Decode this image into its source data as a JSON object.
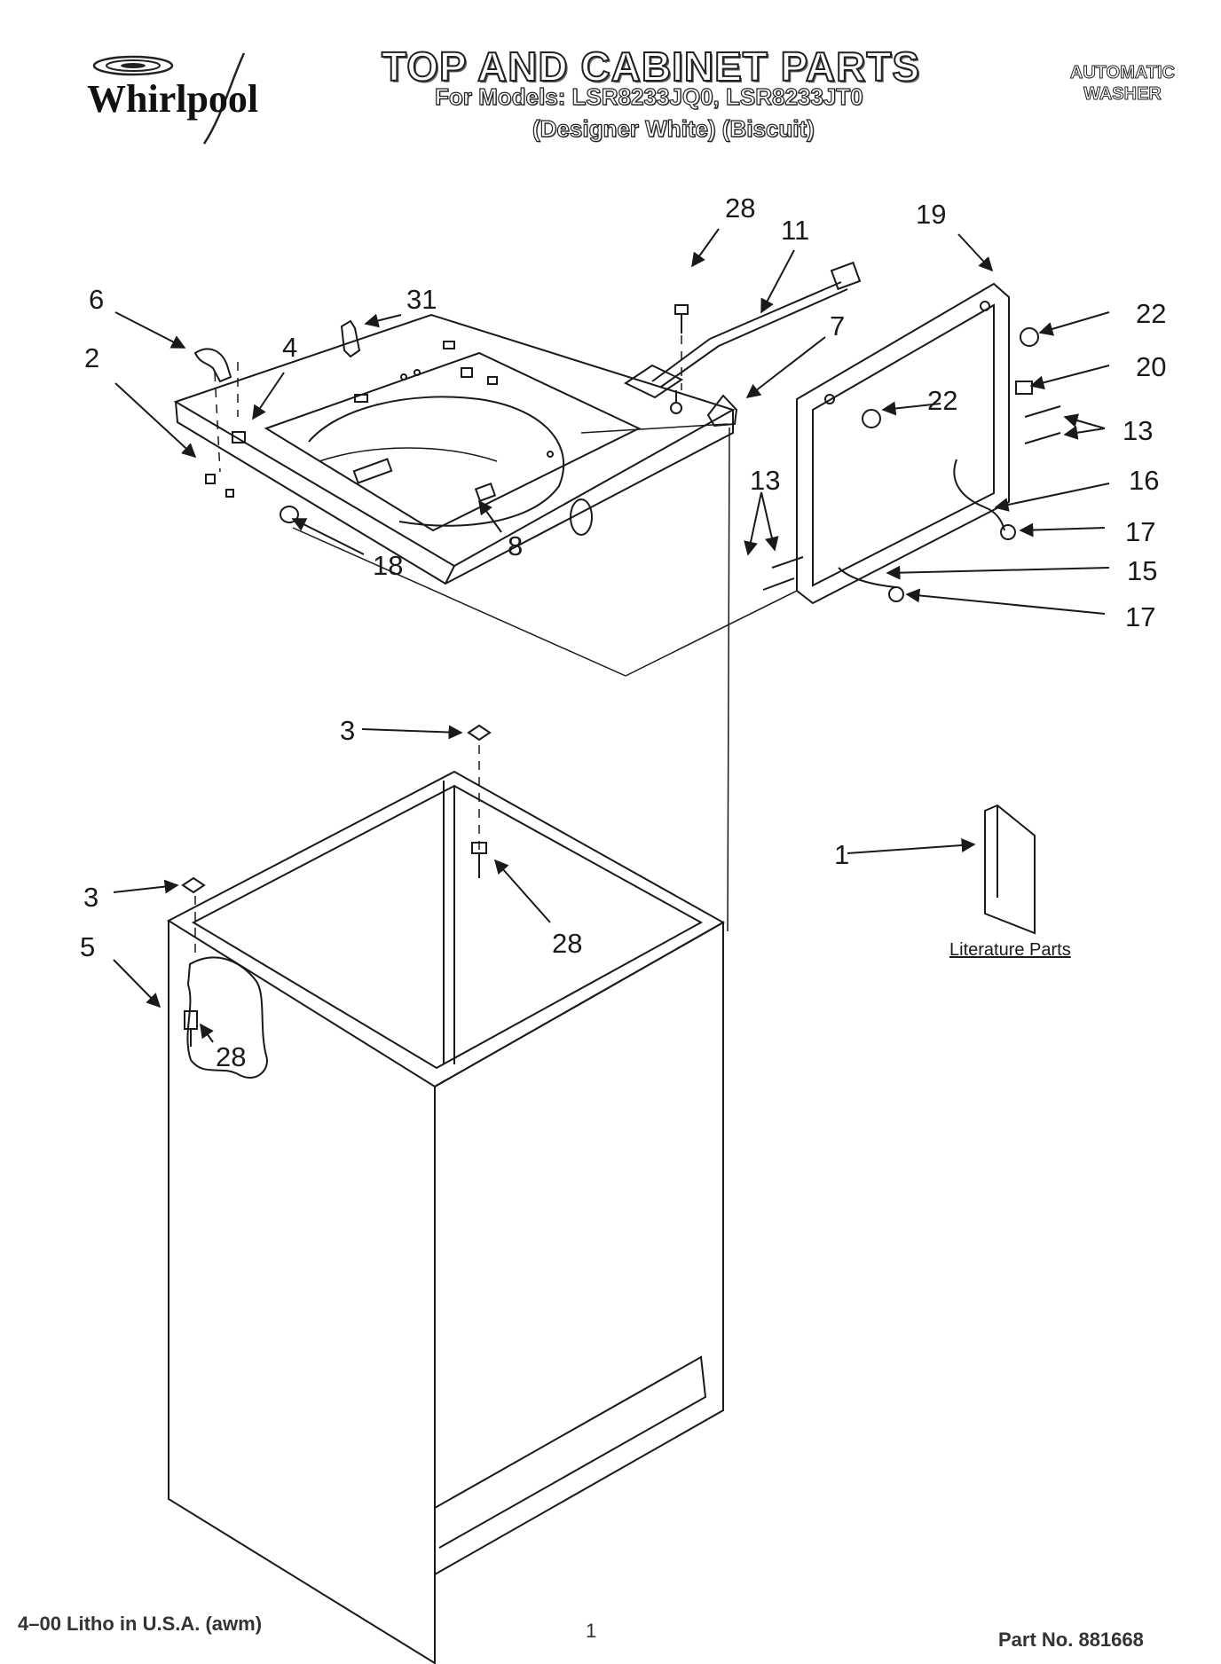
{
  "header": {
    "brand": "Whirlpool",
    "title": "TOP AND CABINET PARTS",
    "models_line": "For Models: LSR8233JQ0, LSR8233JT0",
    "variants_line": "(Designer White)  (Biscuit)",
    "product_type_line1": "AUTOMATIC",
    "product_type_line2": "WASHER"
  },
  "callouts": {
    "c28_top": "28",
    "c11": "11",
    "c19": "19",
    "c6": "6",
    "c31": "31",
    "c4": "4",
    "c2": "2",
    "c7": "7",
    "c22_top": "22",
    "c20": "20",
    "c22_mid": "22",
    "c13_right": "13",
    "c13_left": "13",
    "c16": "16",
    "c8": "8",
    "c17_top": "17",
    "c18": "18",
    "c15": "15",
    "c17_bot": "17",
    "c3_top": "3",
    "c1": "1",
    "c28_mid": "28",
    "c3_left": "3",
    "c5": "5",
    "c28_low": "28"
  },
  "literature_label": "Literature Parts",
  "footer": {
    "litho": "4–00 Litho in U.S.A. (awm)",
    "page_number": "1",
    "part_number": "Part No. 881668"
  },
  "colors": {
    "ink": "#1a1a1a",
    "background": "#ffffff"
  }
}
